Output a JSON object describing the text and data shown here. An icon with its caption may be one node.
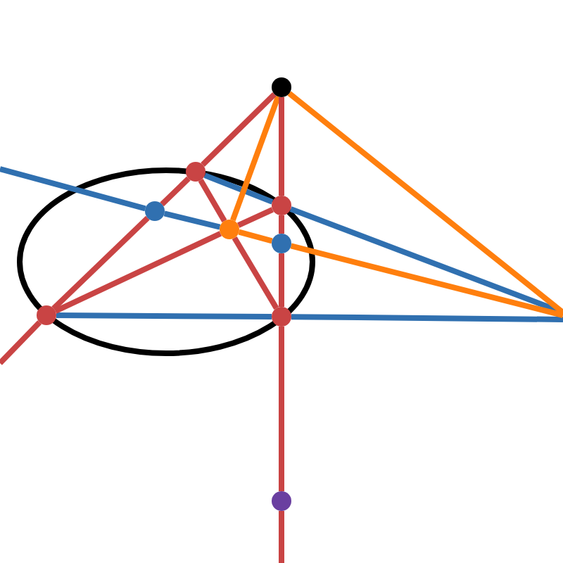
{
  "diagram": {
    "nodes": [
      {
        "text": [],
        "shape": "circle"
      },
      {
        "text": [],
        "shape": "circle"
      },
      {
        "text": [],
        "shape": "circle"
      },
      {
        "text": [],
        "shape": "circle"
      },
      {
        "text": [],
        "shape": "circle"
      },
      {
        "text": [],
        "shape": "circle"
      },
      {
        "text": [],
        "shape": "circle"
      },
      {
        "text": [],
        "shape": "circle"
      },
      {
        "text": [],
        "shape": "circle"
      }
    ],
    "edges": [
      {
        "from": null,
        "to": 2,
        "arrow": "none",
        "color": "#3070b0"
      },
      {
        "from": 2,
        "to": 3,
        "arrow": "none",
        "color": "#3070b0"
      },
      {
        "from": 1,
        "to": 4,
        "arrow": "none",
        "color": "#3070b0"
      },
      {
        "from": 4,
        "to": null,
        "arrow": "none",
        "color": "#3070b0"
      },
      {
        "from": 6,
        "to": 7,
        "arrow": "none",
        "color": "#3070b0"
      },
      {
        "from": 7,
        "to": null,
        "arrow": "none",
        "color": "#3070b0"
      },
      {
        "from": 0,
        "to": 3,
        "arrow": "none",
        "color": "#ff7f0e"
      },
      {
        "from": 0,
        "to": null,
        "arrow": "none",
        "color": "#ff7f0e"
      },
      {
        "from": 3,
        "to": 5,
        "arrow": "none",
        "color": "#ff7f0e"
      },
      {
        "from": 5,
        "to": null,
        "arrow": "none",
        "color": "#ff7f0e"
      },
      {
        "from": 0,
        "to": 1,
        "arrow": "none"
      },
      {
        "from": 1,
        "to": 2,
        "arrow": "none"
      },
      {
        "from": 2,
        "to": 6,
        "arrow": "none"
      },
      {
        "from": null,
        "to": 6,
        "arrow": "none"
      },
      {
        "from": 0,
        "to": 4,
        "arrow": "none"
      },
      {
        "from": 4,
        "to": 5,
        "arrow": "none"
      },
      {
        "from": 5,
        "to": 7,
        "arrow": "none"
      },
      {
        "from": 7,
        "to": 8,
        "arrow": "none"
      },
      {
        "from": 8,
        "to": null,
        "arrow": "none"
      },
      {
        "from": 1,
        "to": 3,
        "arrow": "none"
      },
      {
        "from": 3,
        "to": 7,
        "arrow": "none"
      },
      {
        "from": 6,
        "to": 3,
        "arrow": "none"
      },
      {
        "from": 3,
        "to": 4,
        "arrow": "none"
      }
    ]
  }
}
